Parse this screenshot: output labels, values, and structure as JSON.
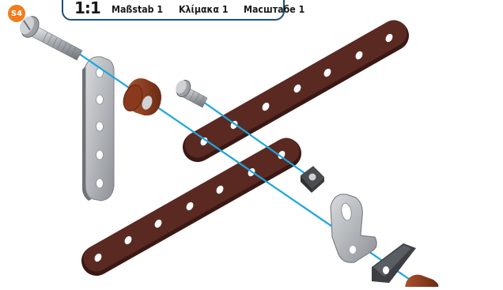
{
  "step": {
    "badge": "S4"
  },
  "scale": {
    "ratio": "1:1",
    "labels": [
      "Maßstab 1",
      "Κλίμακα 1",
      "Масштабе 1"
    ]
  },
  "colors": {
    "strip": "#5a2a22",
    "strip_edge": "#3a1814",
    "assembly_line": "#1aa6e0",
    "metal": "#b9bcc0",
    "spacer": "#8a3a1c",
    "badge": "#f07d1e",
    "frame": "#1f4e79"
  },
  "parts": [
    "long-bolt",
    "short-flat-strip",
    "brown-spacer",
    "short-bolt",
    "upper-long-strip",
    "lower-long-strip",
    "square-nut",
    "angle-bracket",
    "small-plate",
    "bottom-spacer"
  ]
}
